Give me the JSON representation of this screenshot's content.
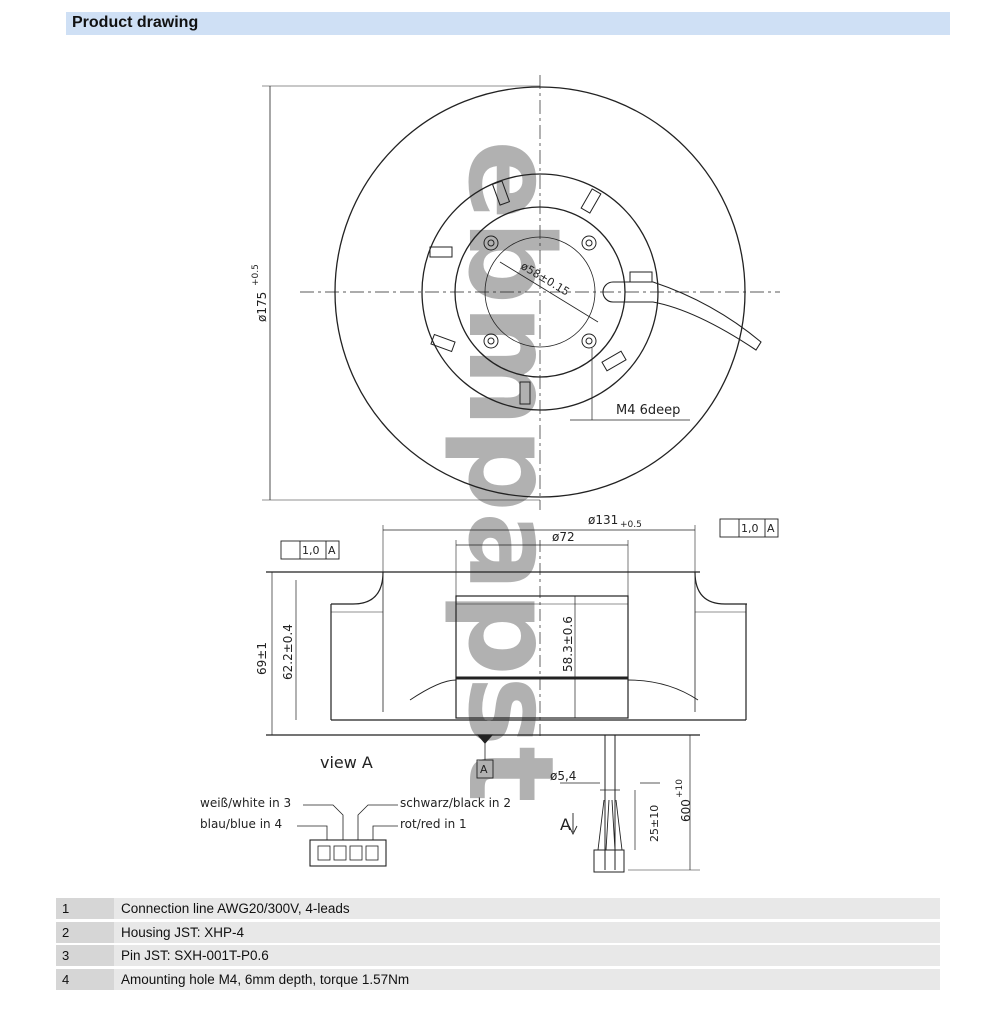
{
  "header": {
    "title": "Product drawing"
  },
  "drawing": {
    "dimensions": {
      "outer_diameter": "ø175",
      "outer_diameter_tol": "+0.5",
      "hole_circle": "ø58±0.15",
      "mount_hole": "M4  6deep",
      "impeller_diameter": "ø131",
      "impeller_diameter_tol": "+0.5",
      "hub_diameter": "ø72",
      "total_height": "69±1",
      "height_2": "62.2±0.4",
      "height_3": "58.3±0.6",
      "cable_diameter": "ø5,4",
      "lead_length": "600",
      "lead_length_tol": "+10",
      "strip_length": "25±10",
      "runout_flatness": "1,0",
      "datum": "A",
      "view_label": "view  A",
      "view_arrow": "A"
    },
    "leads": {
      "white": "weiß/white in 3",
      "blue": "blau/blue in 4",
      "black": "schwarz/black in 2",
      "red": "rot/red in 1"
    },
    "watermark": "ebmpapst"
  },
  "table": {
    "rows": [
      {
        "num": "1",
        "desc": "Connection line AWG20/300V, 4-leads"
      },
      {
        "num": "2",
        "desc": "Housing JST: XHP-4"
      },
      {
        "num": "3",
        "desc": "Pin JST: SXH-001T-P0.6"
      },
      {
        "num": "4",
        "desc": "Amounting hole M4, 6mm depth, torque 1.57Nm"
      }
    ]
  }
}
